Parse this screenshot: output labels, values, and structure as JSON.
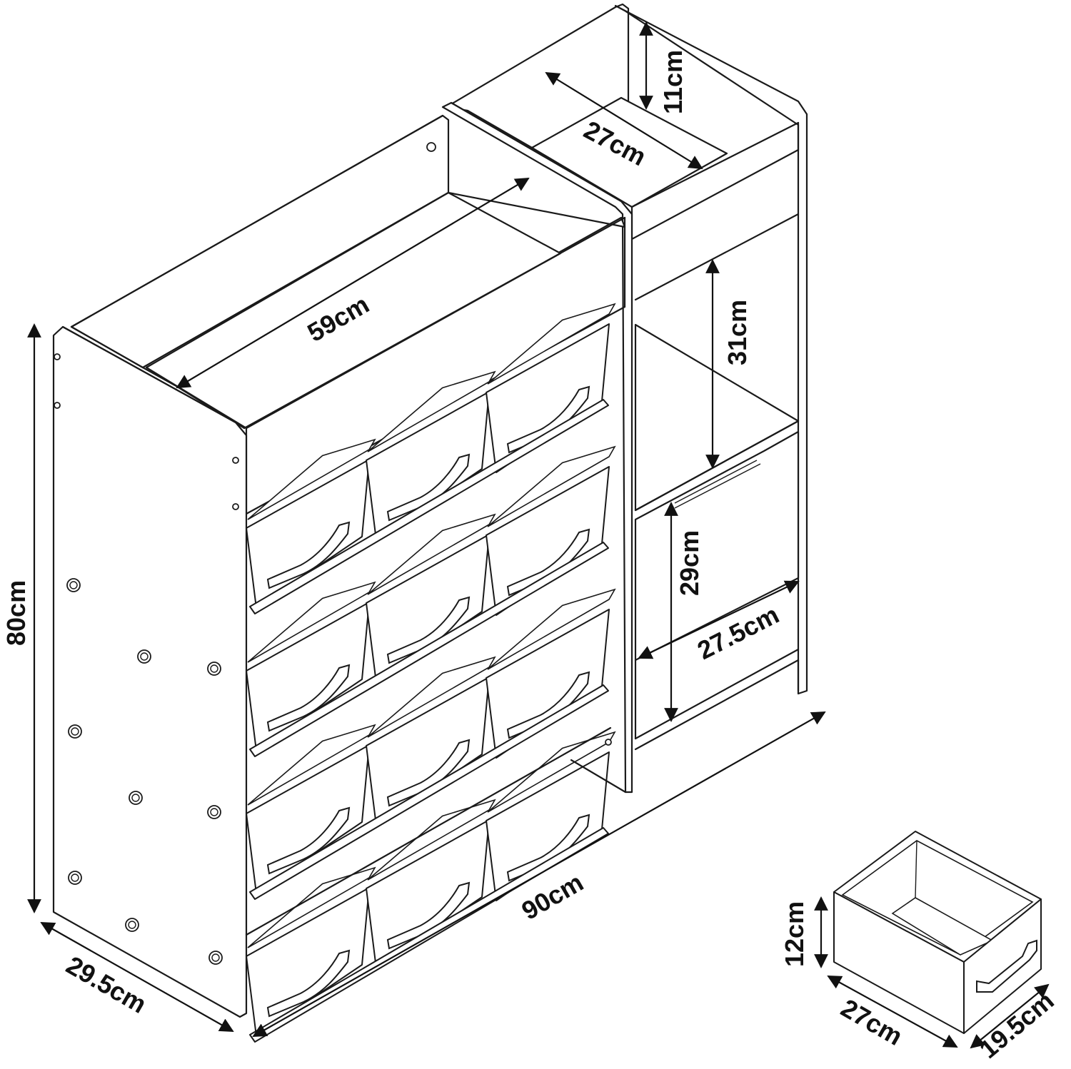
{
  "dimensions": {
    "shelf_width": "59cm",
    "top_compartment_width": "27cm",
    "top_compartment_height": "11cm",
    "middle_compartment_height": "31cm",
    "bottom_compartment_height": "29cm",
    "bottom_compartment_width": "27.5cm",
    "overall_height": "80cm",
    "overall_width": "90cm",
    "overall_depth": "29.5cm",
    "bin_height": "12cm",
    "bin_width": "27cm",
    "bin_depth": "19.5cm"
  }
}
